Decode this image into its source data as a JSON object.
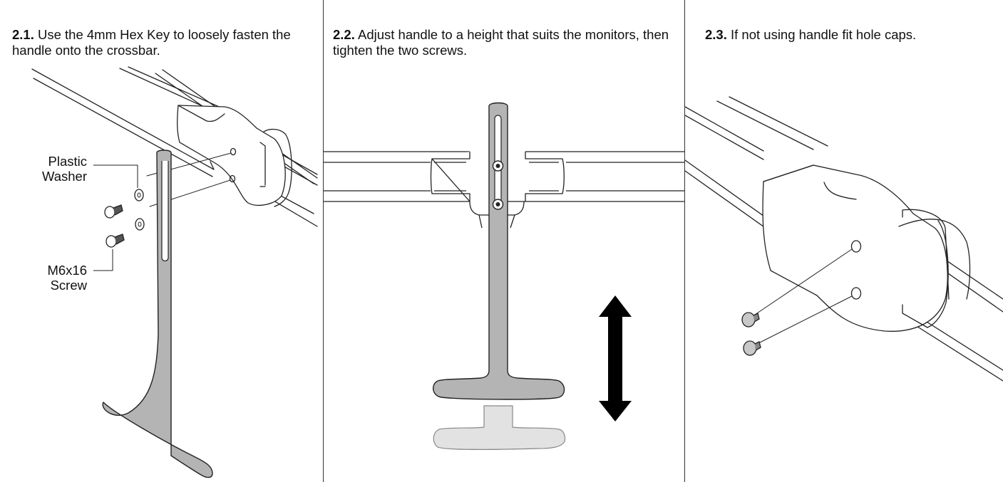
{
  "steps": [
    {
      "number": "2.1.",
      "text": " Use the 4mm Hex Key to loosely fasten the handle onto the crossbar."
    },
    {
      "number": "2.2.",
      "text": " Adjust handle to a height that suits the monitors, then tighten the two screws."
    },
    {
      "number": "2.3.",
      "text": " If not using handle fit hole caps."
    }
  ],
  "callouts": {
    "washer_line1": "Plastic",
    "washer_line2": "Washer",
    "screw_line1": "M6x16",
    "screw_line2": "Screw"
  },
  "colors": {
    "handle_fill": "#b4b4b4",
    "handle_ghost": "#e2e2e2",
    "outline": "#222222",
    "arrow": "#000000"
  }
}
